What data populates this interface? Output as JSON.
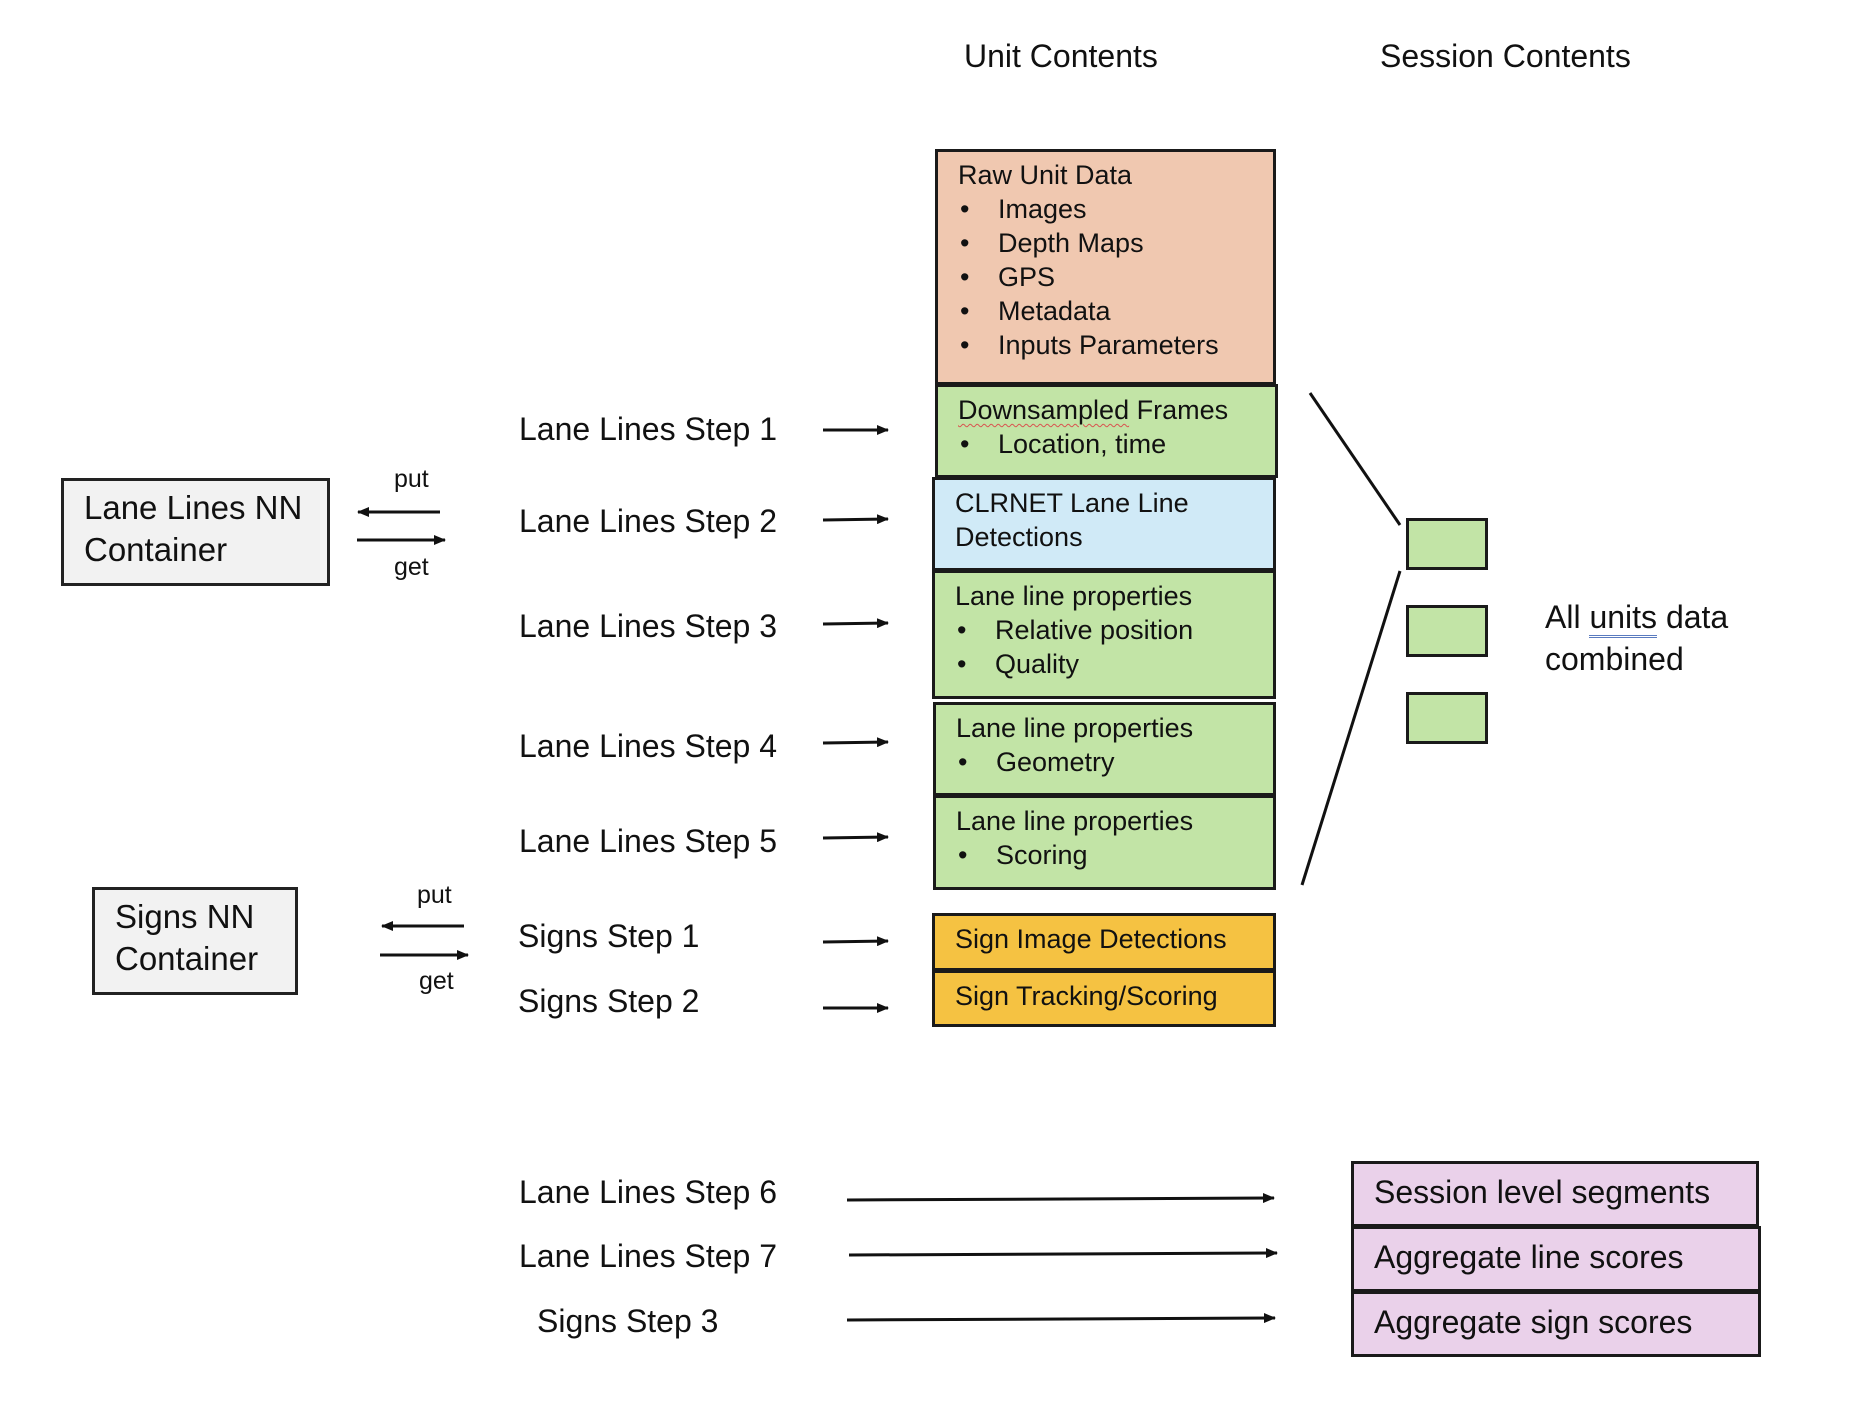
{
  "headers": {
    "unit": "Unit Contents",
    "session": "Session Contents"
  },
  "containers": {
    "lane": {
      "line1": "Lane Lines NN",
      "line2": "Container",
      "put": "put",
      "get": "get"
    },
    "signs": {
      "line1": "Signs NN",
      "line2": "Container",
      "put": "put",
      "get": "get"
    }
  },
  "steps": {
    "ll1": "Lane Lines Step 1",
    "ll2": "Lane Lines Step 2",
    "ll3": "Lane Lines Step 3",
    "ll4": "Lane Lines Step 4",
    "ll5": "Lane Lines Step 5",
    "s1": "Signs Step 1",
    "s2": "Signs Step 2",
    "ll6": "Lane Lines Step 6",
    "ll7": "Lane Lines Step 7",
    "s3": "Signs Step 3"
  },
  "unit_blocks": {
    "raw": {
      "title": "Raw Unit Data",
      "items": [
        "Images",
        "Depth Maps",
        "GPS",
        "Metadata",
        "Inputs Parameters"
      ]
    },
    "downsampled": {
      "title_word": "Downsampled",
      "title_rest": " Frames",
      "items": [
        "Location, time"
      ]
    },
    "clrnet": {
      "line1": "CLRNET Lane Line",
      "line2": "Detections"
    },
    "props_rel": {
      "title": "Lane line properties",
      "items": [
        "Relative position",
        "Quality"
      ]
    },
    "props_geo": {
      "title": "Lane line properties",
      "items": [
        "Geometry"
      ]
    },
    "props_score": {
      "title": "Lane line properties",
      "items": [
        "Scoring"
      ]
    },
    "sign_det": "Sign Image Detections",
    "sign_track": "Sign Tracking/Scoring"
  },
  "combined": {
    "pre": "All ",
    "word": "units",
    "post": " data",
    "line2": "combined"
  },
  "session_blocks": {
    "segments": "Session level segments",
    "line_scores": "Aggregate line scores",
    "sign_scores": "Aggregate sign scores"
  },
  "colors": {
    "raw": "#f0c8b0",
    "green": "#c2e4a6",
    "blue": "#d0eaf7",
    "orange": "#f5c242",
    "pink": "#ead1ea",
    "container": "#f2f2f2"
  }
}
